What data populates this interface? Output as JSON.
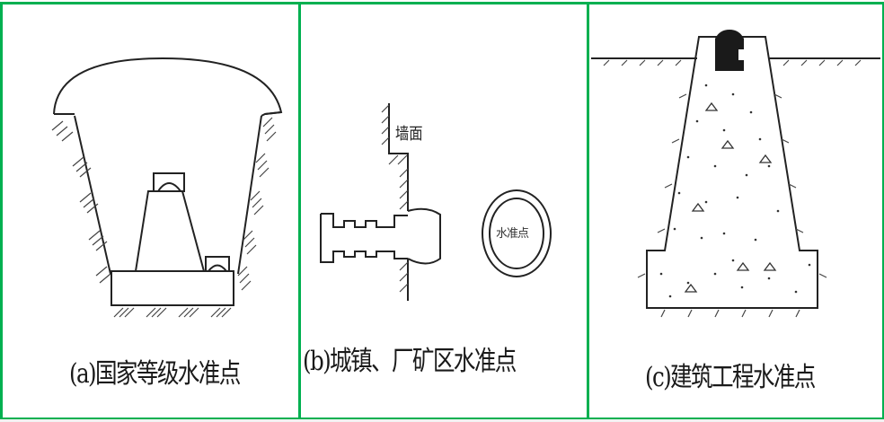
{
  "figure": {
    "border_color": "#00B050",
    "panels": [
      {
        "id": "a",
        "caption": "(a)国家等级水准点",
        "drawing": "national-grade-benchmark-pit"
      },
      {
        "id": "b",
        "caption": "(b)城镇、厂矿区水准点",
        "drawing": "wall-benchmark",
        "labels": {
          "wall": "墙面",
          "mark": "水准点"
        }
      },
      {
        "id": "c",
        "caption": "(c)建筑工程水准点",
        "drawing": "concrete-construction-benchmark"
      }
    ]
  }
}
